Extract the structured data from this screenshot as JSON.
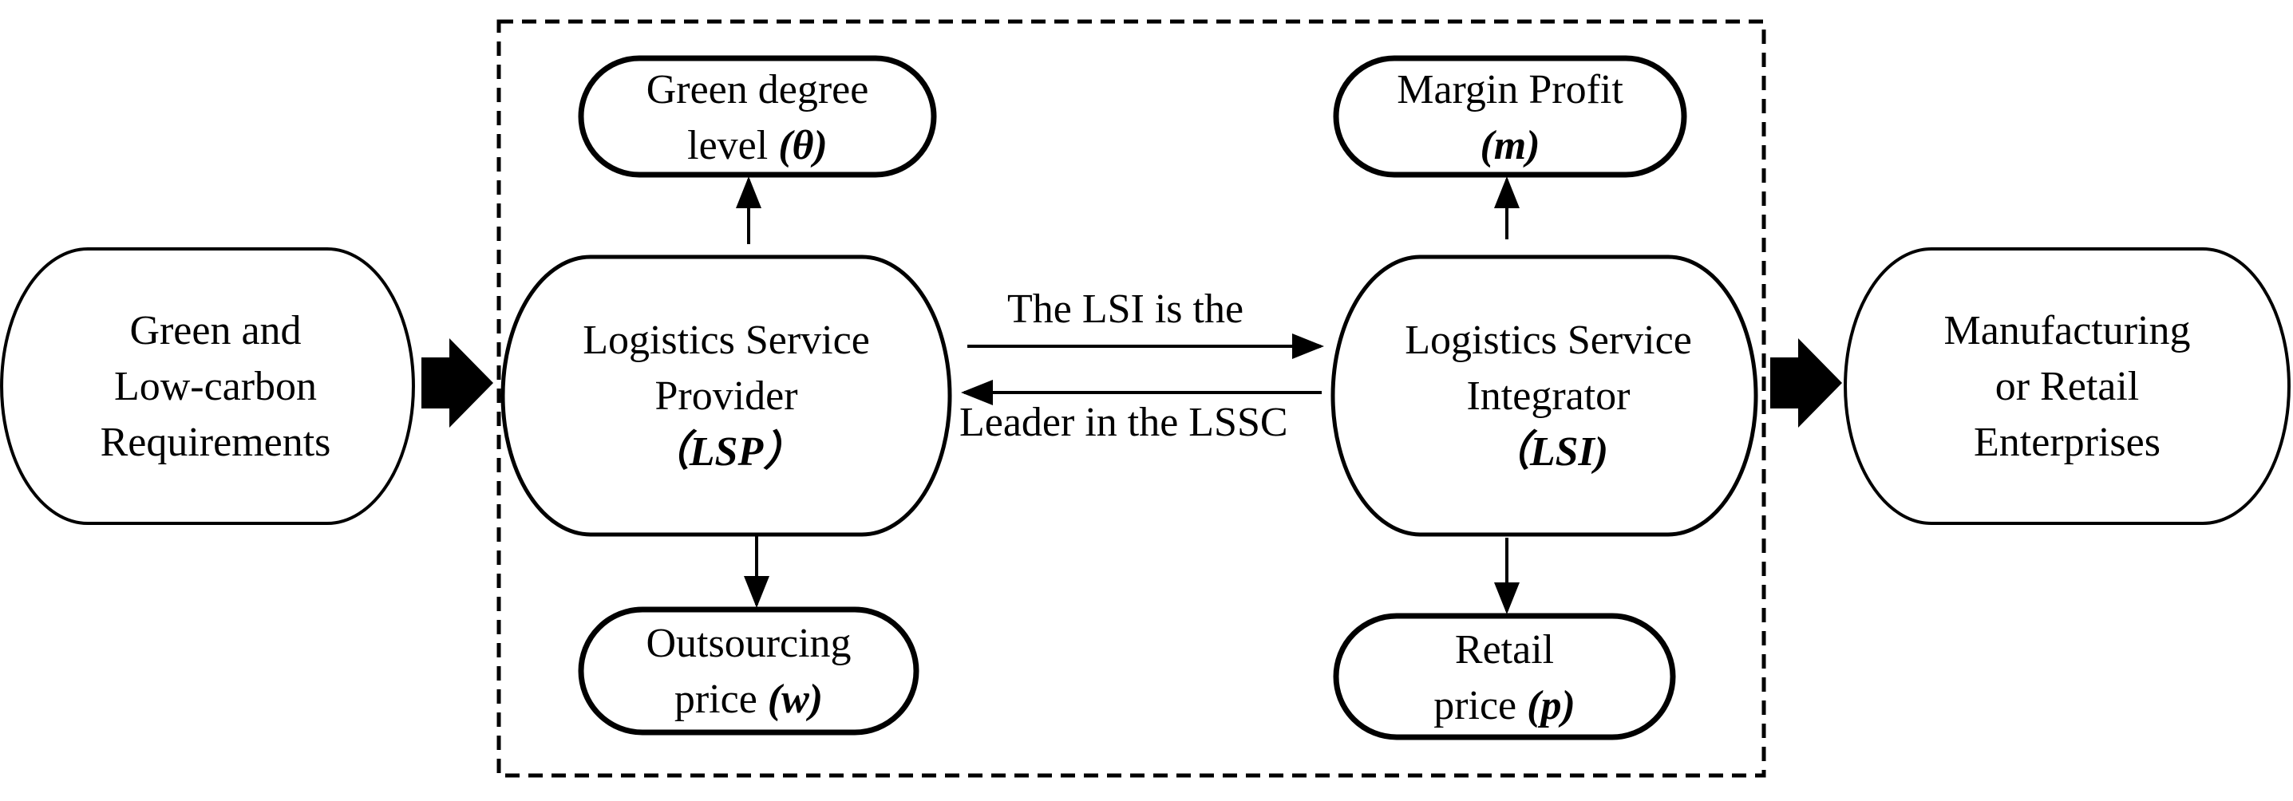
{
  "nodes": {
    "requirements": {
      "lines": [
        "Green and",
        "Low-carbon",
        "Requirements"
      ]
    },
    "lsp": {
      "lines": [
        "Logistics Service",
        "Provider"
      ],
      "abbr": "（LSP）"
    },
    "lsi": {
      "lines": [
        "Logistics Service",
        "Integrator"
      ],
      "abbr": "（LSI)"
    },
    "enterprises": {
      "lines": [
        "Manufacturing",
        "or Retail",
        "Enterprises"
      ]
    },
    "green_degree": {
      "line1": "Green degree",
      "line2_text": "level ",
      "symbol": "(θ)"
    },
    "outsourcing_price": {
      "line1": "Outsourcing",
      "line2_text": "price ",
      "symbol": "(w)"
    },
    "margin_profit": {
      "line1": "Margin Profit",
      "symbol": "(m)"
    },
    "retail_price": {
      "line1": "Retail",
      "line2_text": "price ",
      "symbol": "(p)"
    }
  },
  "edge_labels": {
    "top": "The LSI is the",
    "bottom": "Leader in the LSSC"
  },
  "colors": {
    "stroke": "#000000",
    "background": "#ffffff"
  }
}
